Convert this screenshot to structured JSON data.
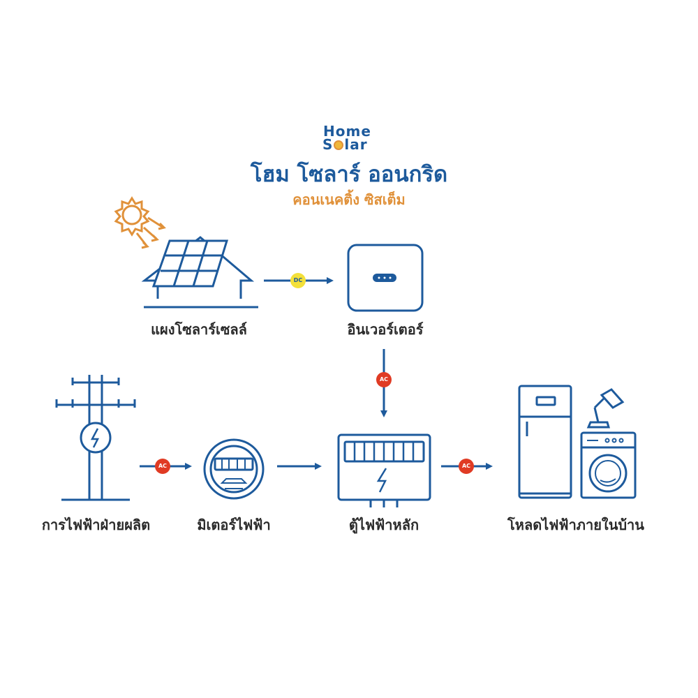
{
  "logo": {
    "line1": "Home",
    "line2_pre": "S",
    "line2_post": "lar"
  },
  "title": "โฮม โซลาร์ ออนกริด",
  "subtitle": "คอนเนคติ้ง ซิสเต็ม",
  "labels": {
    "solar_panel": "แผงโซลาร์เซลล์",
    "inverter": "อินเวอร์เตอร์",
    "utility": "การไฟฟ้าฝ่ายผลิต",
    "meter": "มิเตอร์ไฟฟ้า",
    "main_panel": "ตู้ไฟฟ้าหลัก",
    "home_load": "โหลดไฟฟ้าภายในบ้าน"
  },
  "badges": {
    "dc": "DC",
    "ac": "AC"
  },
  "colors": {
    "primary": "#1d5a9c",
    "accent_orange": "#e0913a",
    "ac_red": "#e03b24",
    "dc_yellow": "#f3e03a"
  },
  "icons": [
    "sun-icon",
    "solar-house-icon",
    "inverter-icon",
    "power-pole-icon",
    "electric-meter-icon",
    "main-panel-icon",
    "refrigerator-icon",
    "desk-lamp-icon",
    "washing-machine-icon"
  ]
}
